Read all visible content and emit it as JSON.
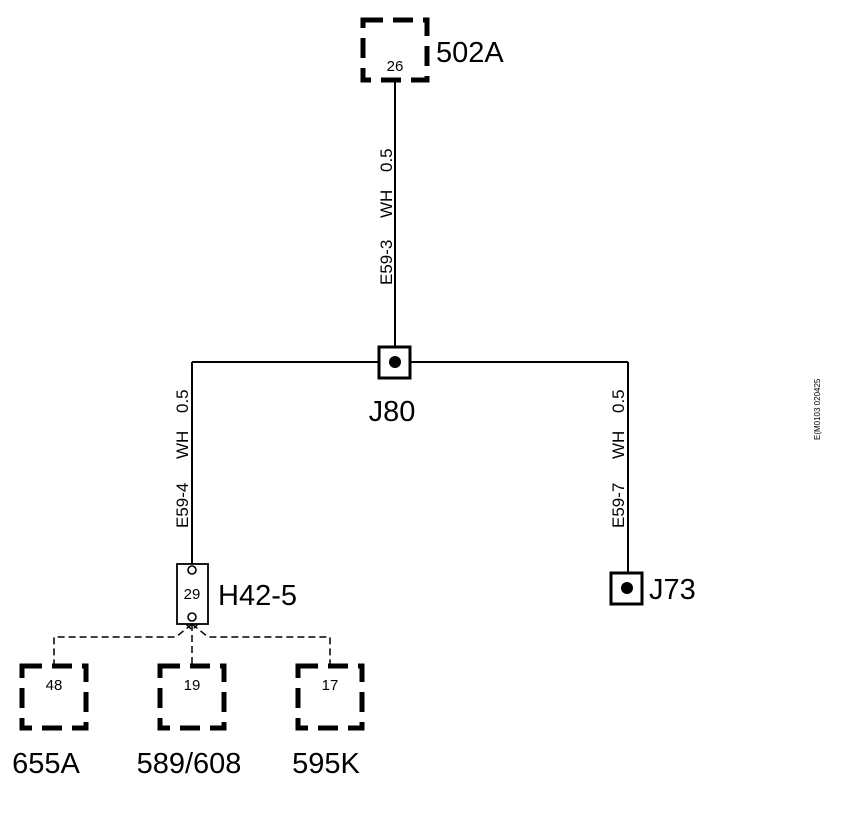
{
  "connectors": {
    "c502a": {
      "pin": "26",
      "name": "502A"
    },
    "h42_5": {
      "pin": "29",
      "name": "H42-5"
    },
    "c655a": {
      "pin": "48",
      "name": "655A"
    },
    "c589": {
      "pin": "19",
      "name": "589/608"
    },
    "c595k": {
      "pin": "17",
      "name": "595K"
    }
  },
  "splices": {
    "j80": {
      "name": "J80"
    },
    "j73": {
      "name": "J73"
    }
  },
  "wires": {
    "top": {
      "circuit": "E59-3",
      "color": "WH",
      "size": "0.5"
    },
    "left": {
      "circuit": "E59-4",
      "color": "WH",
      "size": "0.5"
    },
    "right": {
      "circuit": "E59-7",
      "color": "WH",
      "size": "0.5"
    }
  },
  "diagram_id": "E(M0103 020425"
}
